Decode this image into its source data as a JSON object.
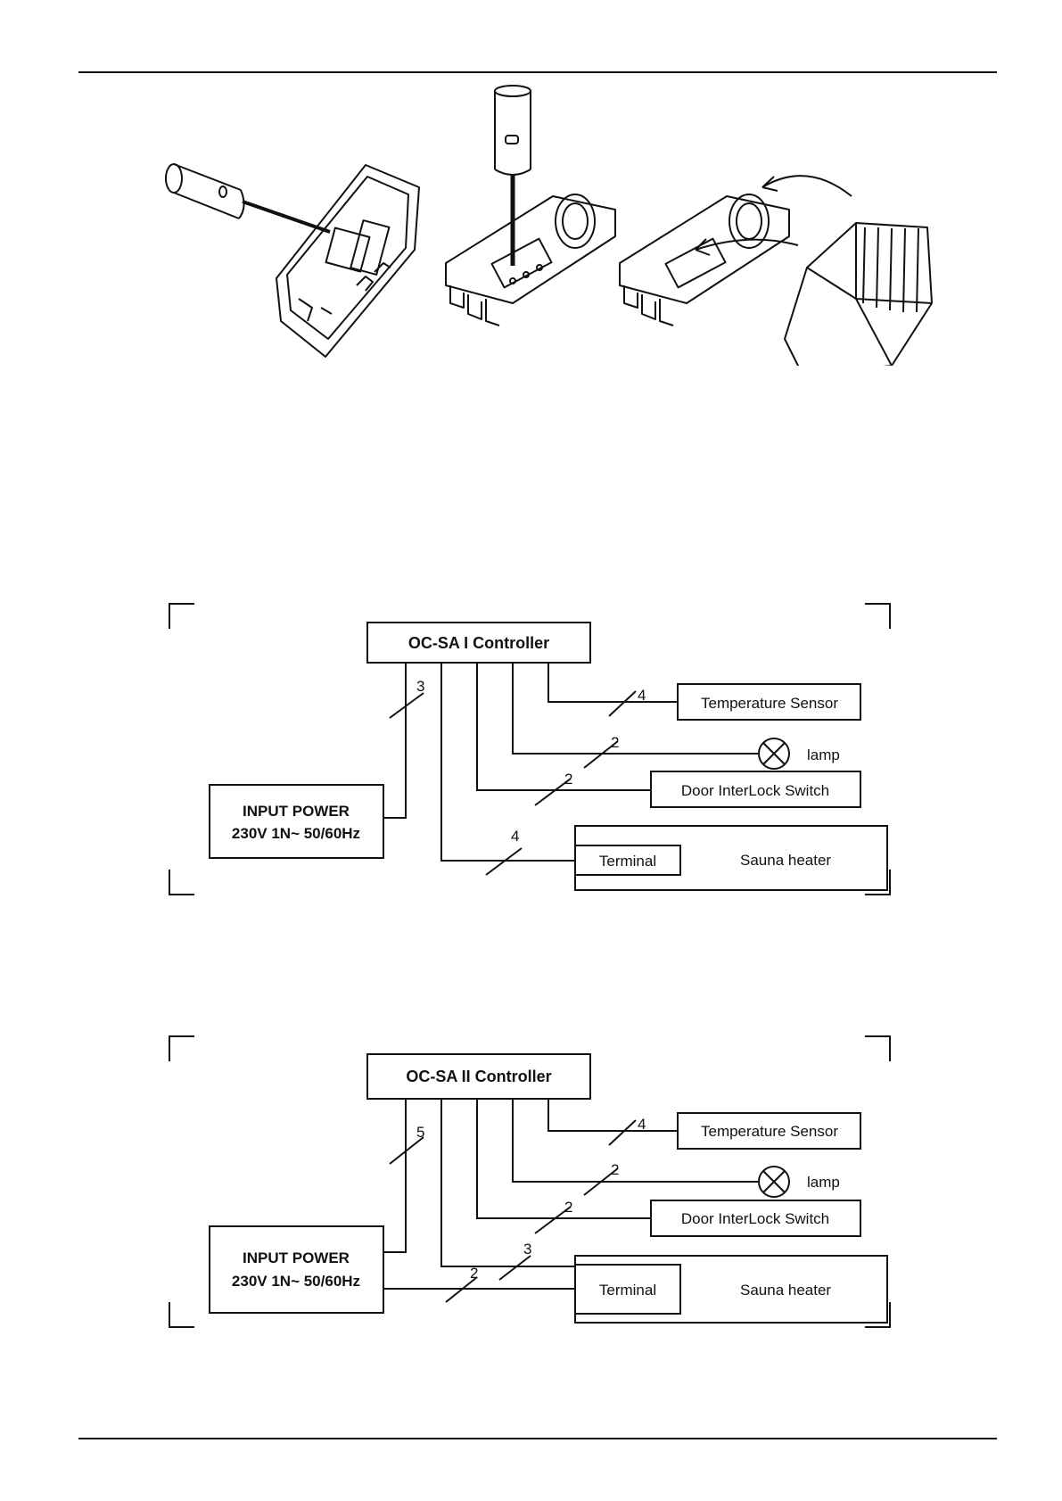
{
  "page": {
    "illustration_icons": [
      "screwdriver-icon",
      "terminal-board-icon",
      "cover-arrow-icon"
    ]
  },
  "diagrams": [
    {
      "controller": "OC-SA I Controller",
      "input_power": {
        "line1": "INPUT POWER",
        "line2": "230V 1N~ 50/60Hz"
      },
      "temperature_sensor": "Temperature Sensor",
      "lamp": "lamp",
      "door_switch": "Door InterLock Switch",
      "terminal": "Terminal",
      "heater": "Sauna  heater",
      "counts": {
        "power": "3",
        "sensor": "4",
        "lamp": "2",
        "door": "2",
        "heater": "4"
      }
    },
    {
      "controller": "OC-SA II Controller",
      "input_power": {
        "line1": "INPUT POWER",
        "line2": "230V 1N~ 50/60Hz"
      },
      "temperature_sensor": "Temperature Sensor",
      "lamp": "lamp",
      "door_switch": "Door InterLock Switch",
      "terminal": "Terminal",
      "heater": "Sauna heater",
      "counts": {
        "power": "5",
        "sensor": "4",
        "lamp": "2",
        "door": "2",
        "heater": "3",
        "heater_power": "2"
      }
    }
  ]
}
